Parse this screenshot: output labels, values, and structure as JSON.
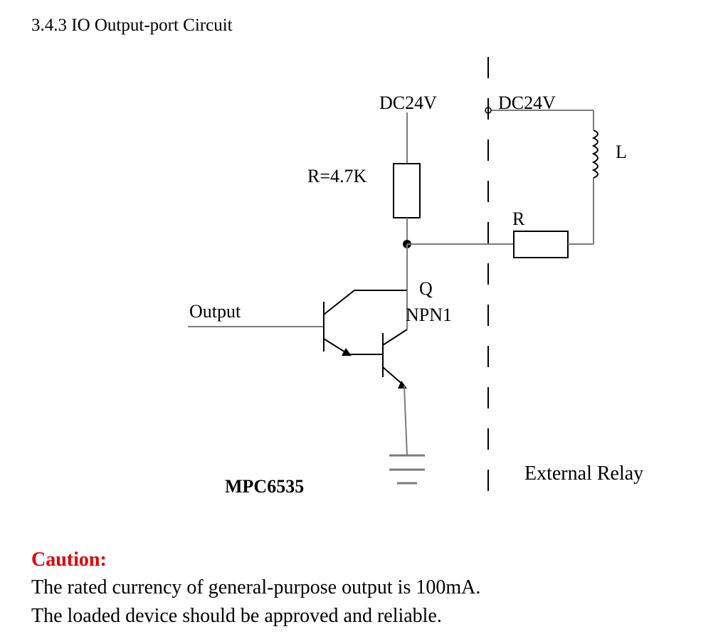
{
  "section_title": "3.4.3 IO Output-port Circuit",
  "schematic": {
    "supply_left": "DC24V",
    "supply_right": "DC24V",
    "pullup_resistor": "R=4.7K",
    "load_resistor": "R",
    "coil": "L",
    "transistor_ref": "Q",
    "transistor_type": "NPN1",
    "input_signal": "Output",
    "controller": "MPC6535",
    "external": "External Relay"
  },
  "caution": {
    "title": "Caution:",
    "lines": [
      "The rated currency of general-purpose output is 100mA.",
      "The loaded device should be approved and reliable."
    ]
  },
  "colors": {
    "caution": "#e00000",
    "wire": "#7a7a7a",
    "component": "#000000"
  }
}
